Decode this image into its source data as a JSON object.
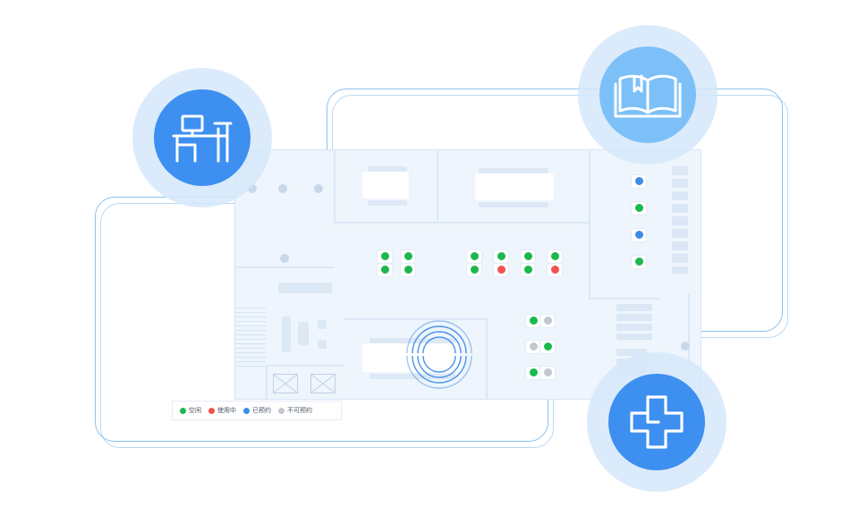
{
  "colors": {
    "free": "#1bb84e",
    "in_use": "#ef5350",
    "reserved": "#3a8ee6",
    "unavailable": "#c2c8cf",
    "badge_blue": "#3d8ff0",
    "badge_light": "#7cc0f7"
  },
  "legend": [
    {
      "key": "free",
      "label": "空闲",
      "color": "#1bb84e"
    },
    {
      "key": "in_use",
      "label": "使用中",
      "color": "#ef5350"
    },
    {
      "key": "reserved",
      "label": "已预约",
      "color": "#3a8ee6"
    },
    {
      "key": "unavailable",
      "label": "不可预约",
      "color": "#c2c8cf"
    }
  ],
  "badges": [
    {
      "icon": "desk-workstation-icon"
    },
    {
      "icon": "open-book-icon"
    },
    {
      "icon": "medical-cross-icon"
    }
  ]
}
